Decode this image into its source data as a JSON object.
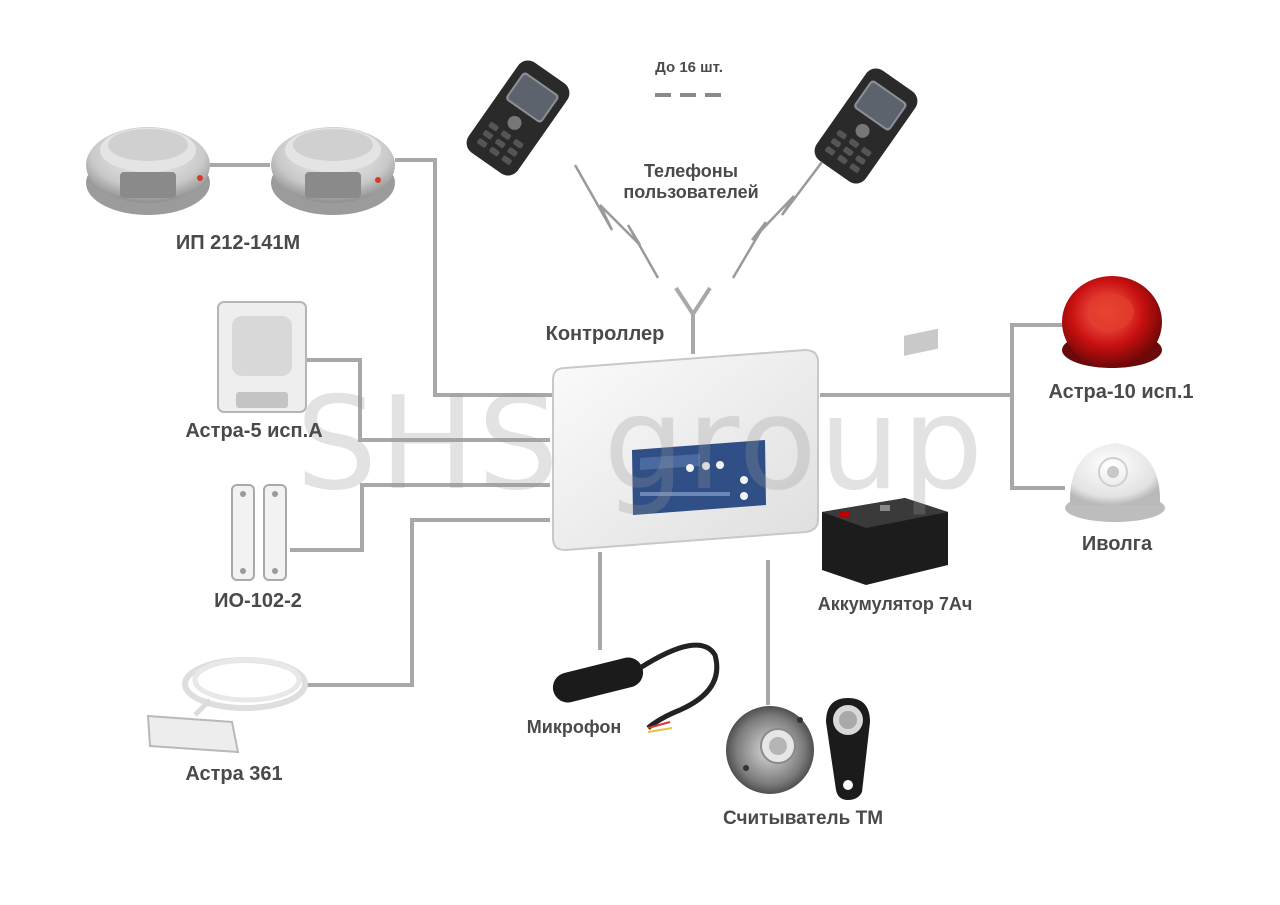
{
  "labels": {
    "smoke_detector": "ИП 212-141М",
    "motion_detector": "Астра-5 исп.А",
    "magnetic_contact": "ИО-102-2",
    "water_sensor": "Астра 361",
    "controller": "Контроллер",
    "phones_quantity": "До 16 шт.",
    "phones_title": "Телефоны\nпользователей",
    "siren": "Астра-10 исп.1",
    "sounder": "Иволга",
    "battery": "Аккумулятор 7Ач",
    "microphone": "Микрофон",
    "tm_reader": "Считыватель ТМ"
  },
  "watermark": "SHS group",
  "colors": {
    "wire": "#a8a8a8",
    "label": "#4a4a4a",
    "siren_red": "#c81010",
    "controller_panel": "#2f4f86"
  }
}
